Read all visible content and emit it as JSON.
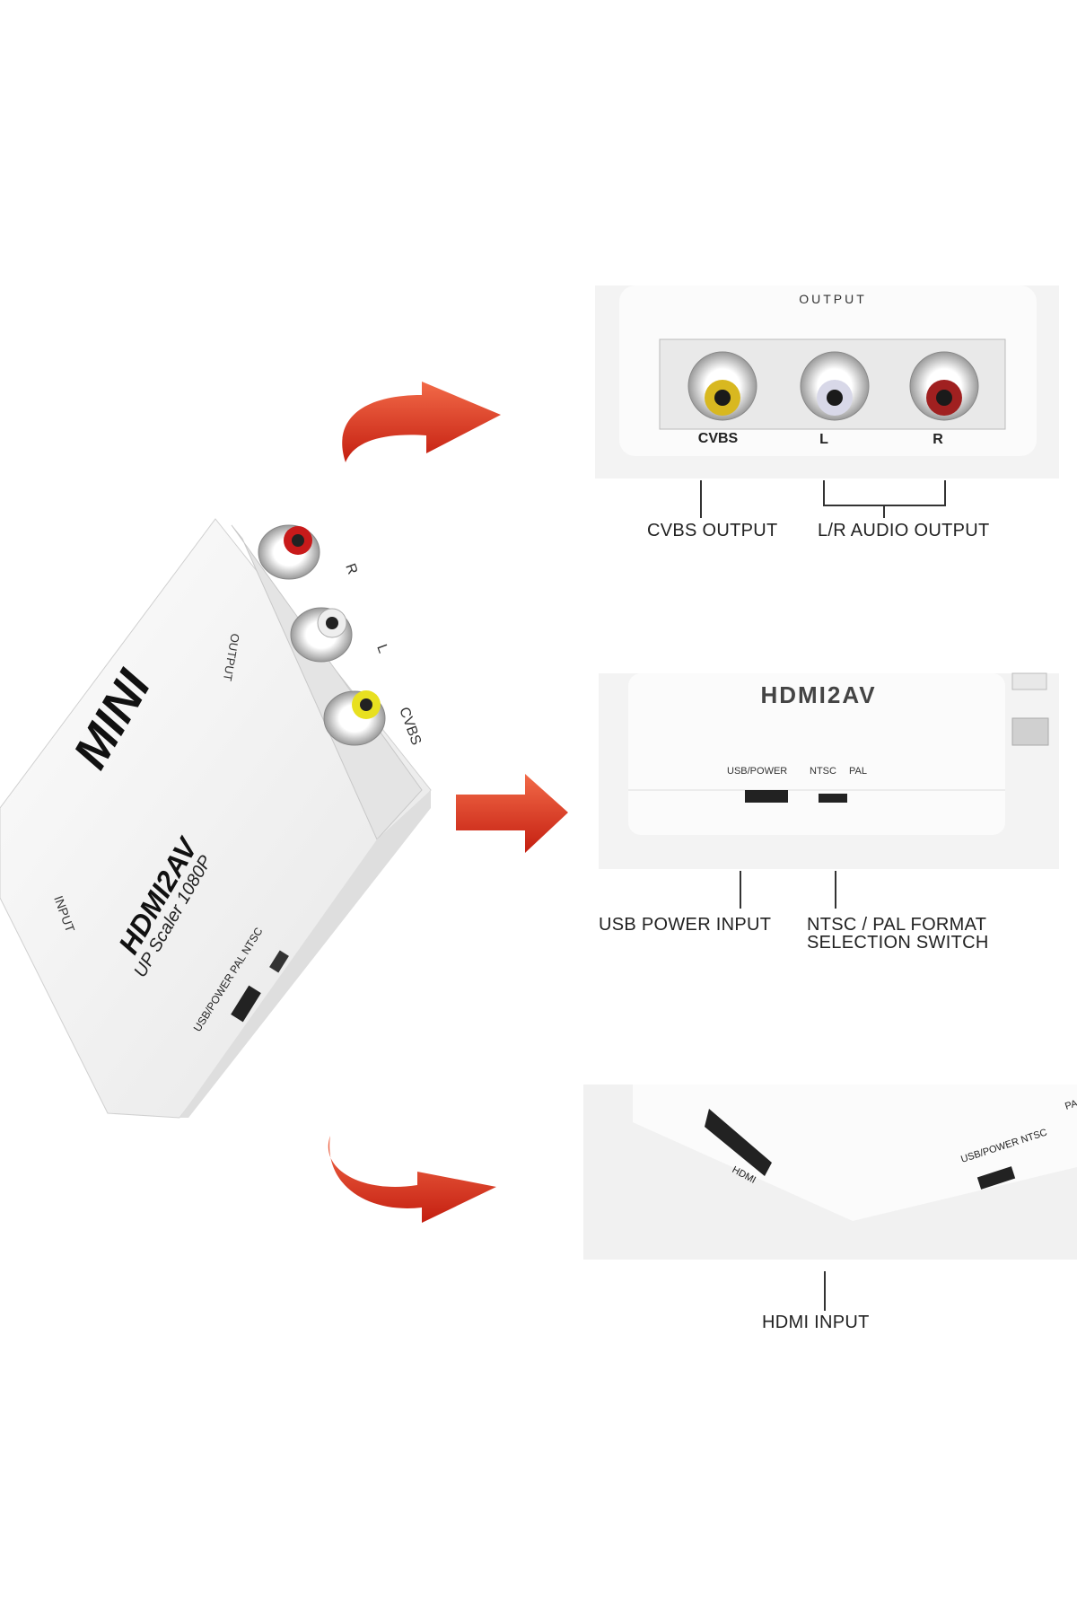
{
  "main_device": {
    "brand_text": "MINI",
    "model_text": "HDMI2AV",
    "subtitle_text": "UP Scaler 1080P",
    "output_label": "OUTPUT",
    "input_label": "INPUT",
    "port_labels": [
      "R",
      "L",
      "CVBS"
    ],
    "side_label": "USB/POWER PAL NTSC"
  },
  "panels": {
    "output": {
      "header": "OUTPUT",
      "jacks": [
        {
          "label": "CVBS",
          "color": "#d8b820"
        },
        {
          "label": "L",
          "color": "#d8d8e8"
        },
        {
          "label": "R",
          "color": "#a02020"
        }
      ],
      "callouts": [
        "CVBS OUTPUT",
        "L/R AUDIO OUTPUT"
      ]
    },
    "side": {
      "model_text": "HDMI2AV",
      "port_label": "USB/POWER",
      "switch_labels": [
        "NTSC",
        "PAL"
      ],
      "callouts": [
        "USB POWER INPUT",
        "NTSC / PAL FORMAT",
        "SELECTION SWITCH"
      ]
    },
    "input": {
      "hdmi_label": "HDMI",
      "side_label": "USB/POWER NTSC",
      "side_label_extra": "PA",
      "callouts": [
        "HDMI INPUT"
      ]
    }
  },
  "colors": {
    "arrow": "#d9301a",
    "arrow_light": "#f06040"
  }
}
